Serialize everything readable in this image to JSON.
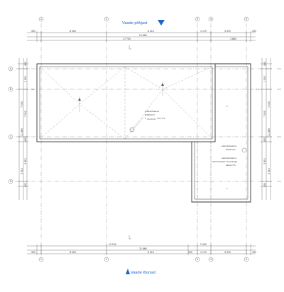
{
  "views": {
    "north": "Vaade põhjast",
    "south": "Vaade lõunast"
  },
  "axes": {
    "columns": [
      "1",
      "2",
      "3",
      "4",
      "5"
    ],
    "rows": [
      "A",
      "B",
      "C",
      "D"
    ]
  },
  "dims": {
    "top_segments": [
      "455",
      "8 500",
      "8 410",
      "1 175",
      "3 470",
      "455"
    ],
    "top_total": "21 860",
    "top_sub_left": "17 700",
    "top_sub_right": "3 860",
    "bottom_total_left": "15 200",
    "bottom_total_right": "2 390",
    "bottom_overall": "21 860",
    "bottom_segments": [
      "455",
      "8 500",
      "8 410",
      "455",
      "1 175",
      "3 470",
      "455"
    ],
    "left_segments": [
      "455",
      "2 500",
      "7 000",
      "455",
      "3 810",
      "455"
    ],
    "left_totals": [
      "7 005",
      "11 485",
      "3 910"
    ],
    "right_segments": [
      "455",
      "2 500",
      "7 000",
      "455",
      "3 810",
      "455"
    ],
    "right_totals": [
      "7 005",
      "11 485",
      "3 910"
    ]
  },
  "labels": {
    "note_drain_1": "sulaustusava",
    "note_drain_2": "Ø100mm",
    "note_drain_3": "h",
    "note_drain_sub": "minimum",
    "note_drain_4": "min 7%",
    "note_r1_1": "elementaarne",
    "note_r1_2": "äärisvärv",
    "note_r2_1": "elementaarne",
    "note_r2_2": "kivimaadeaa kruusaraja",
    "note_r2_3": "katus 7%",
    "section_mark": "3,1"
  },
  "colors": {
    "accent": "#1e63c6",
    "line": "#333333",
    "grid": "#777777"
  }
}
